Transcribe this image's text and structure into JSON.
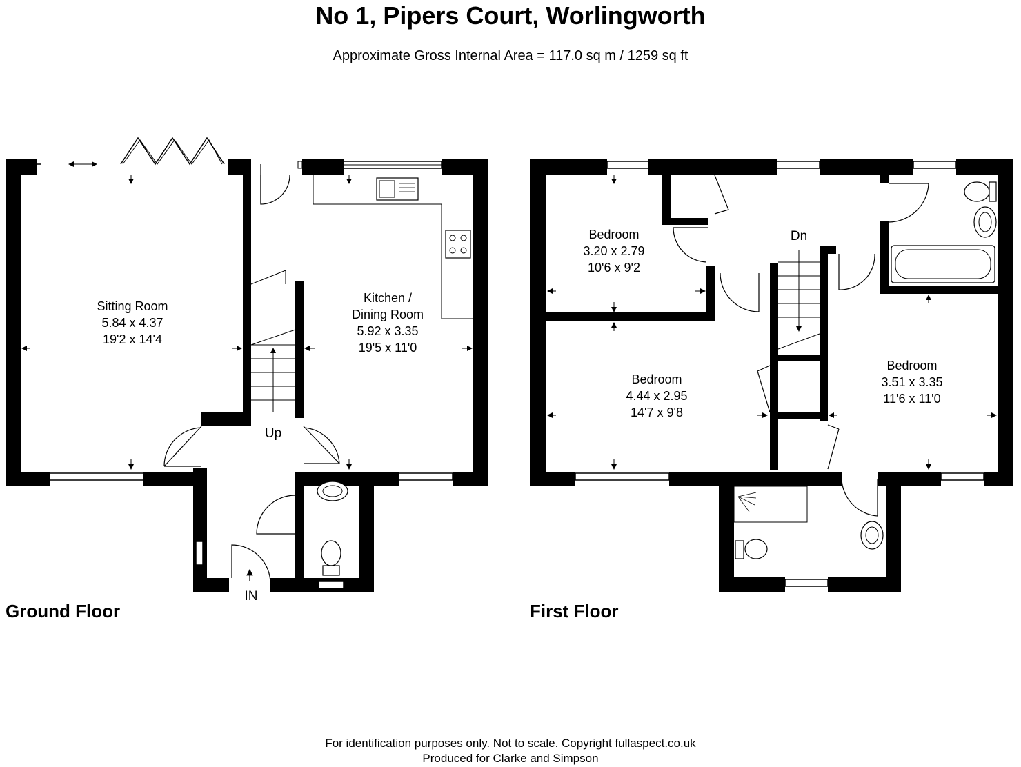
{
  "header": {
    "title": "No 1, Pipers Court, Worlingworth",
    "area": "Approximate Gross Internal Area = 117.0 sq m / 1259 sq ft"
  },
  "ground_floor": {
    "label": "Ground Floor",
    "sitting_room": {
      "name": "Sitting Room",
      "metric": "5.84 x 4.37",
      "imperial": "19'2 x 14'4"
    },
    "kitchen": {
      "name_line1": "Kitchen /",
      "name_line2": "Dining Room",
      "metric": "5.92 x 3.35",
      "imperial": "19'5 x 11'0"
    },
    "stairs_label": "Up",
    "entrance_label": "IN"
  },
  "first_floor": {
    "label": "First Floor",
    "bedroom_1": {
      "name": "Bedroom",
      "metric": "3.20 x 2.79",
      "imperial": "10'6 x 9'2"
    },
    "bedroom_2": {
      "name": "Bedroom",
      "metric": "4.44 x 2.95",
      "imperial": "14'7 x 9'8"
    },
    "bedroom_3": {
      "name": "Bedroom",
      "metric": "3.51 x 3.35",
      "imperial": "11'6 x 11'0"
    },
    "stairs_label": "Dn"
  },
  "footer": {
    "line1": "For identification purposes only. Not to scale. Copyright fullaspect.co.uk",
    "line2": "Produced for Clarke and Simpson"
  }
}
